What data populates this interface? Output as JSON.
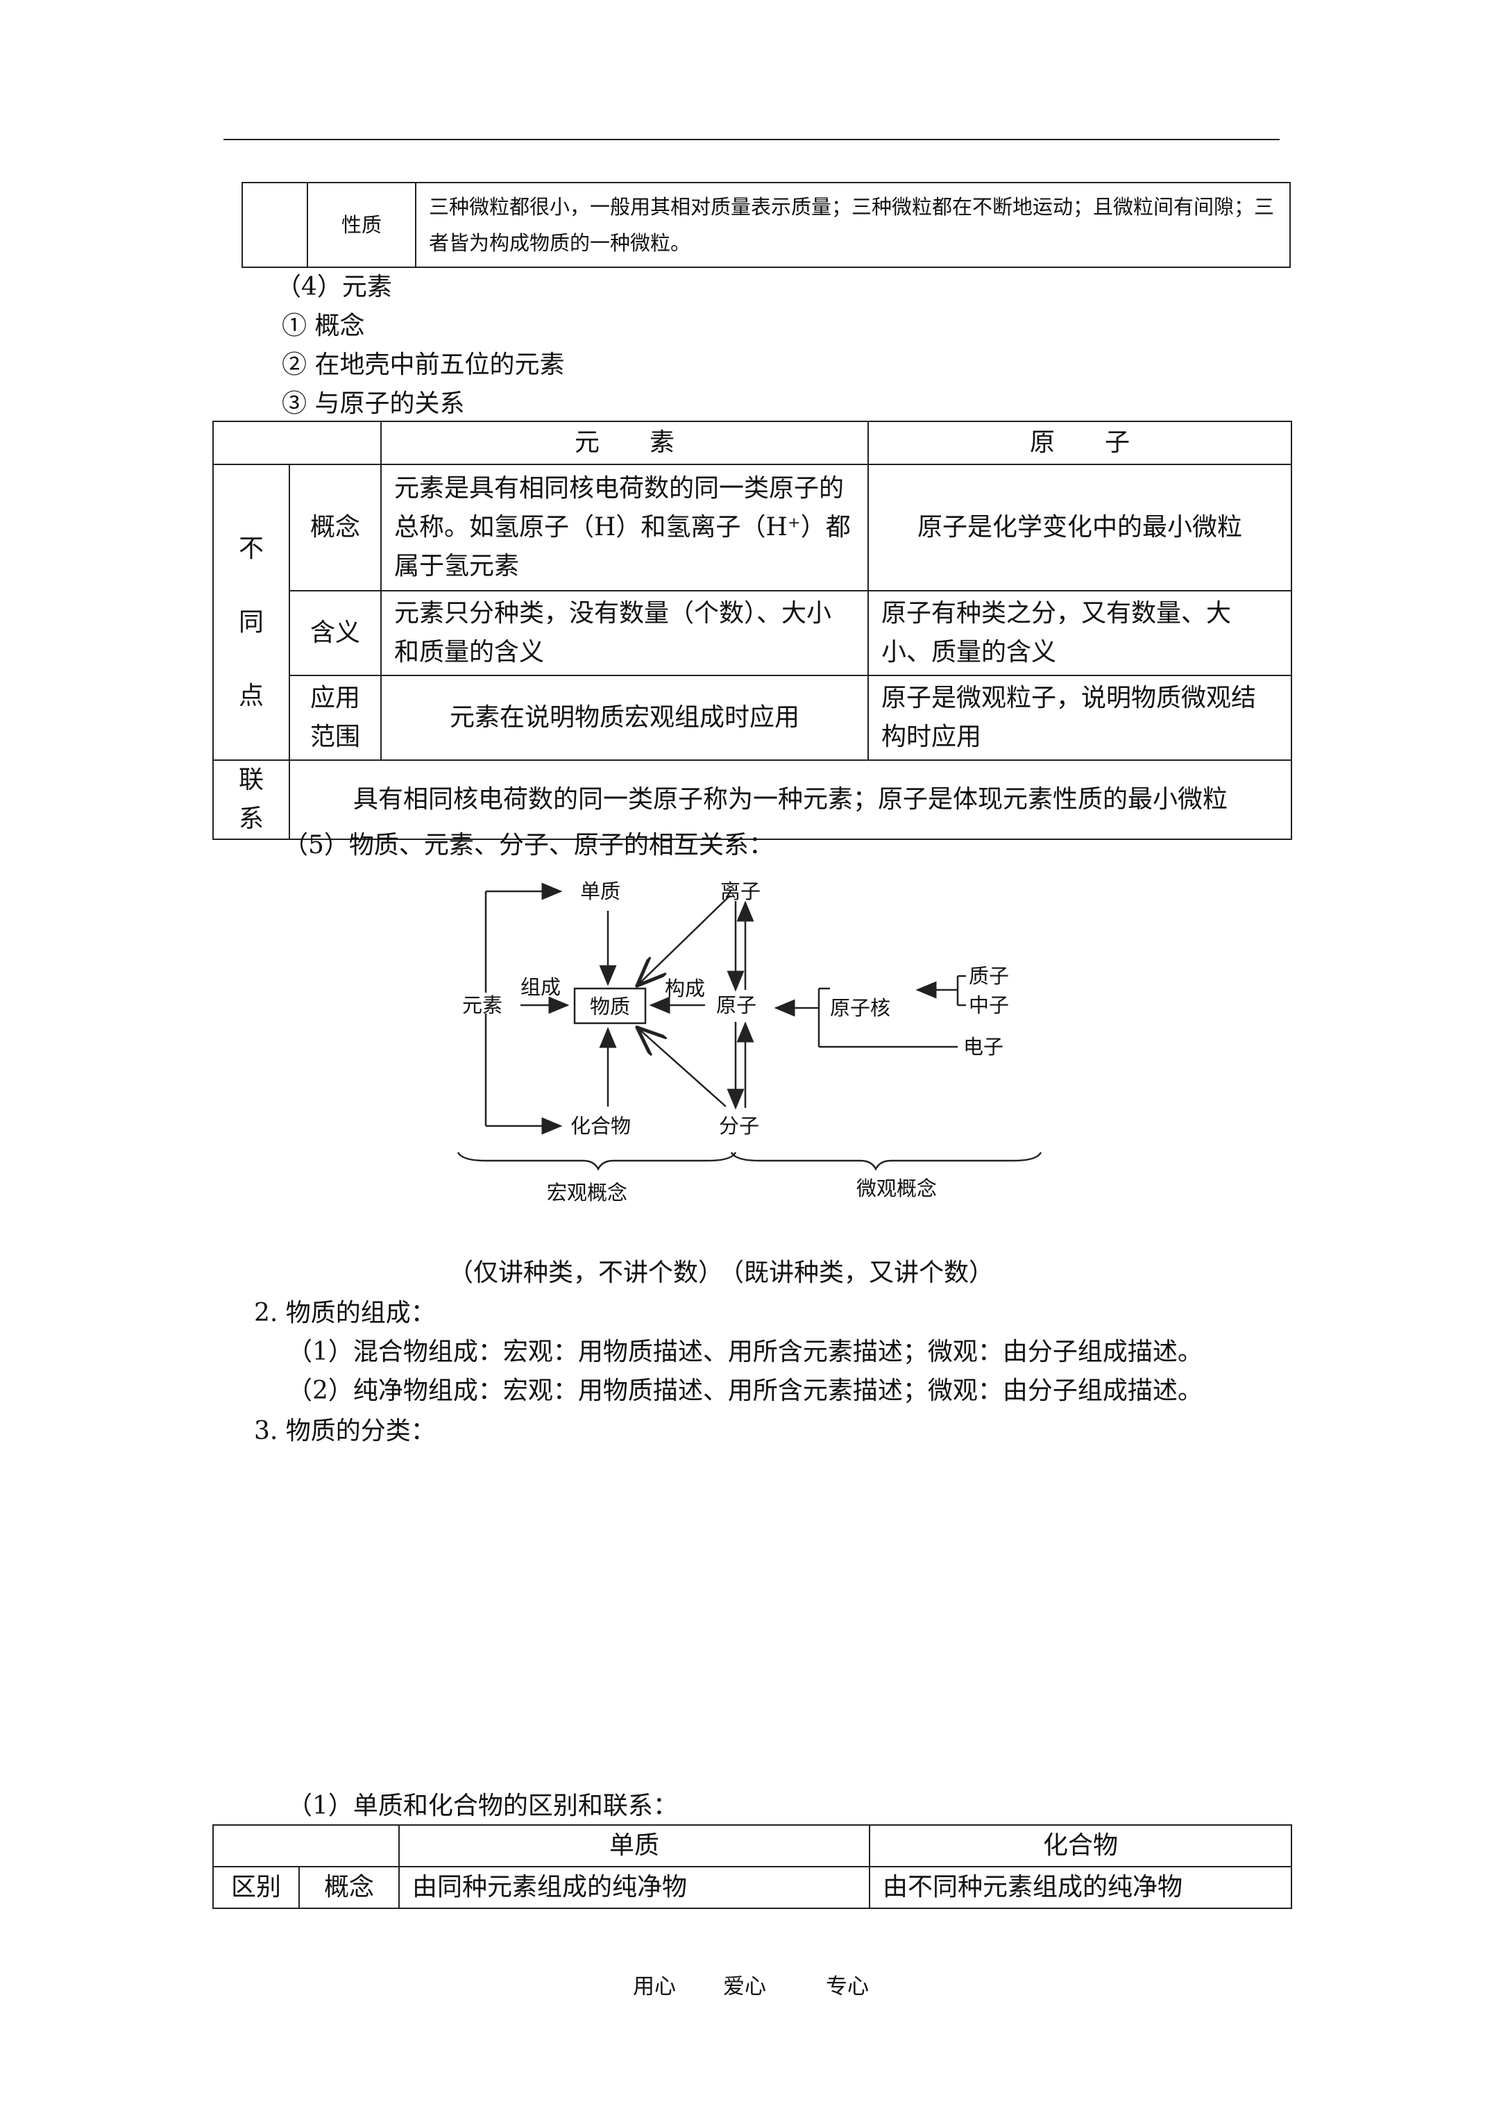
{
  "top_table": {
    "row_label": "性质",
    "row_text": "三种微粒都很小，一般用其相对质量表示质量；三种微粒都在不断地运动；且微粒间有间隙；三者皆为构成物质的一种微粒。"
  },
  "section4": {
    "heading": "（4）元素",
    "items": [
      "① 概念",
      "② 在地壳中前五位的元素",
      "③ 与原子的关系"
    ]
  },
  "element_atom_table": {
    "headers": [
      "元　　素",
      "原　　子"
    ],
    "group_label": "不同点",
    "group_chars": [
      "不",
      "同",
      "点"
    ],
    "rows": [
      {
        "label": "概念",
        "element": "元素是具有相同核电荷数的同一类原子的总称。如氢原子（H）和氢离子（H⁺）都属于氢元素",
        "atom": "原子是化学变化中的最小微粒"
      },
      {
        "label": "含义",
        "element": "元素只分种类，没有数量（个数）、大小和质量的含义",
        "atom": "原子有种类之分，又有数量、大小、质量的含义"
      },
      {
        "label": "应用范围",
        "label_lines": [
          "应用",
          "范围"
        ],
        "element": "元素在说明物质宏观组成时应用",
        "atom": "原子是微观粒子，说明物质微观结构时应用"
      }
    ],
    "relation_label": "联系",
    "relation_chars": [
      "联",
      "系"
    ],
    "relation_text": "具有相同核电荷数的同一类原子称为一种元素；原子是体现元素性质的最小微粒"
  },
  "section5": {
    "heading": "（5）物质、元素、分子、原子的相互关系："
  },
  "diagram": {
    "nodes": {
      "element": "元素",
      "simple_substance": "单质",
      "substance": "物质",
      "compound": "化合物",
      "ion": "离子",
      "atom": "原子",
      "molecule": "分子",
      "nucleus": "原子核",
      "proton": "质子",
      "neutron": "中子",
      "electron": "电子"
    },
    "edge_labels": {
      "compose": "组成",
      "construct": "构成"
    },
    "brace_labels": {
      "macro": "宏观概念",
      "micro": "微观概念"
    },
    "captions": {
      "macro": "（仅讲种类，不讲个数）",
      "micro": "（既讲种类，又讲个数）"
    }
  },
  "section2": {
    "heading": "2. 物质的组成：",
    "items": [
      "（1）混合物组成：宏观：用物质描述、用所含元素描述；微观：由分子组成描述。",
      "（2）纯净物组成：宏观：用物质描述、用所含元素描述；微观：由分子组成描述。"
    ]
  },
  "section3": {
    "heading": "3. 物质的分类：",
    "sub_heading": "（1）单质和化合物的区别和联系："
  },
  "bottom_table": {
    "headers": [
      "单质",
      "化合物"
    ],
    "group_label": "区别",
    "row_label": "概念",
    "simple": "由同种元素组成的纯净物",
    "compound": "由不同种元素组成的纯净物"
  },
  "footer": [
    "用心",
    "爱心",
    "专心"
  ]
}
